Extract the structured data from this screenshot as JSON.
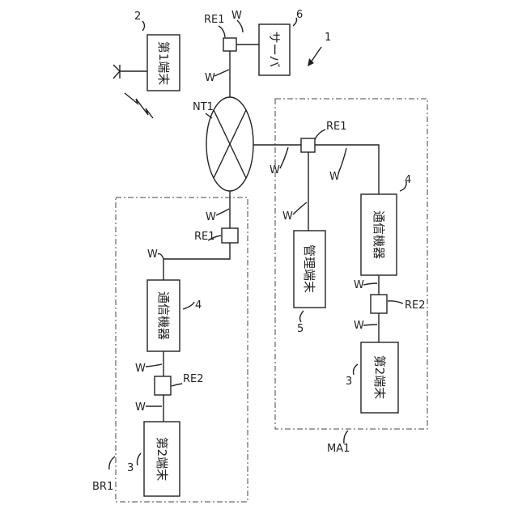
{
  "figure_number": "1",
  "network_node": "NT1",
  "repeater_1": "RE1",
  "repeater_2": "RE2",
  "wire": "W",
  "first_terminal": {
    "number": "2",
    "label": "第1端末"
  },
  "server": {
    "number": "6",
    "label": "サーバ"
  },
  "management_area": {
    "label": "MA1",
    "communication_device": {
      "number": "4",
      "label": "通信機器"
    },
    "management_terminal": {
      "number": "5",
      "label": "管理端末"
    },
    "second_terminal": {
      "number": "3",
      "label": "第2端末"
    }
  },
  "branch_area": {
    "label": "BR1",
    "communication_device": {
      "number": "4",
      "label": "通信機器"
    },
    "second_terminal": {
      "number": "3",
      "label": "第2端末"
    }
  }
}
